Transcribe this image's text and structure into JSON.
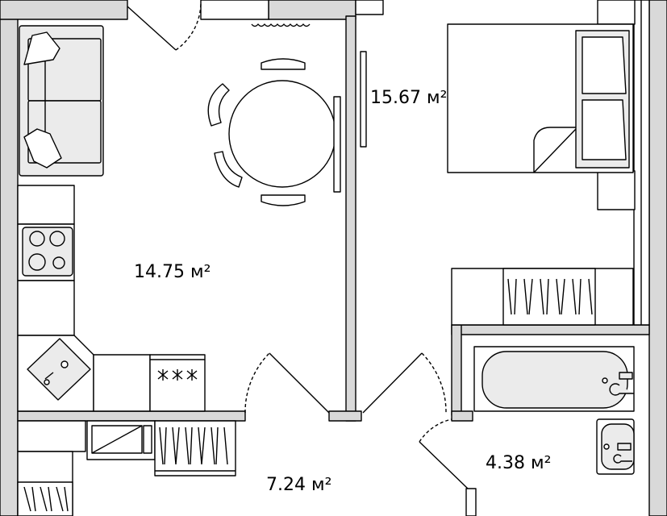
{
  "colors": {
    "wall": "#d9d9d9",
    "stroke": "#000000",
    "fixture_fill": "#ebebeb",
    "background": "#ffffff"
  },
  "rooms": {
    "living_kitchen": {
      "area": "14.75 м²"
    },
    "bedroom": {
      "area": "15.67 м²"
    },
    "hallway": {
      "area": "7.24 м²"
    },
    "bathroom": {
      "area": "4.38 м²"
    }
  },
  "icons": [
    "sofa-icon",
    "dining-table-icon",
    "chair-icon",
    "stove-icon",
    "sink-icon",
    "oven-icon",
    "double-bed-icon",
    "pillow-icon",
    "wardrobe-icon",
    "bathtub-icon",
    "washbasin-icon",
    "faucet-icon",
    "door-swing-icon",
    "radiator-icon"
  ]
}
